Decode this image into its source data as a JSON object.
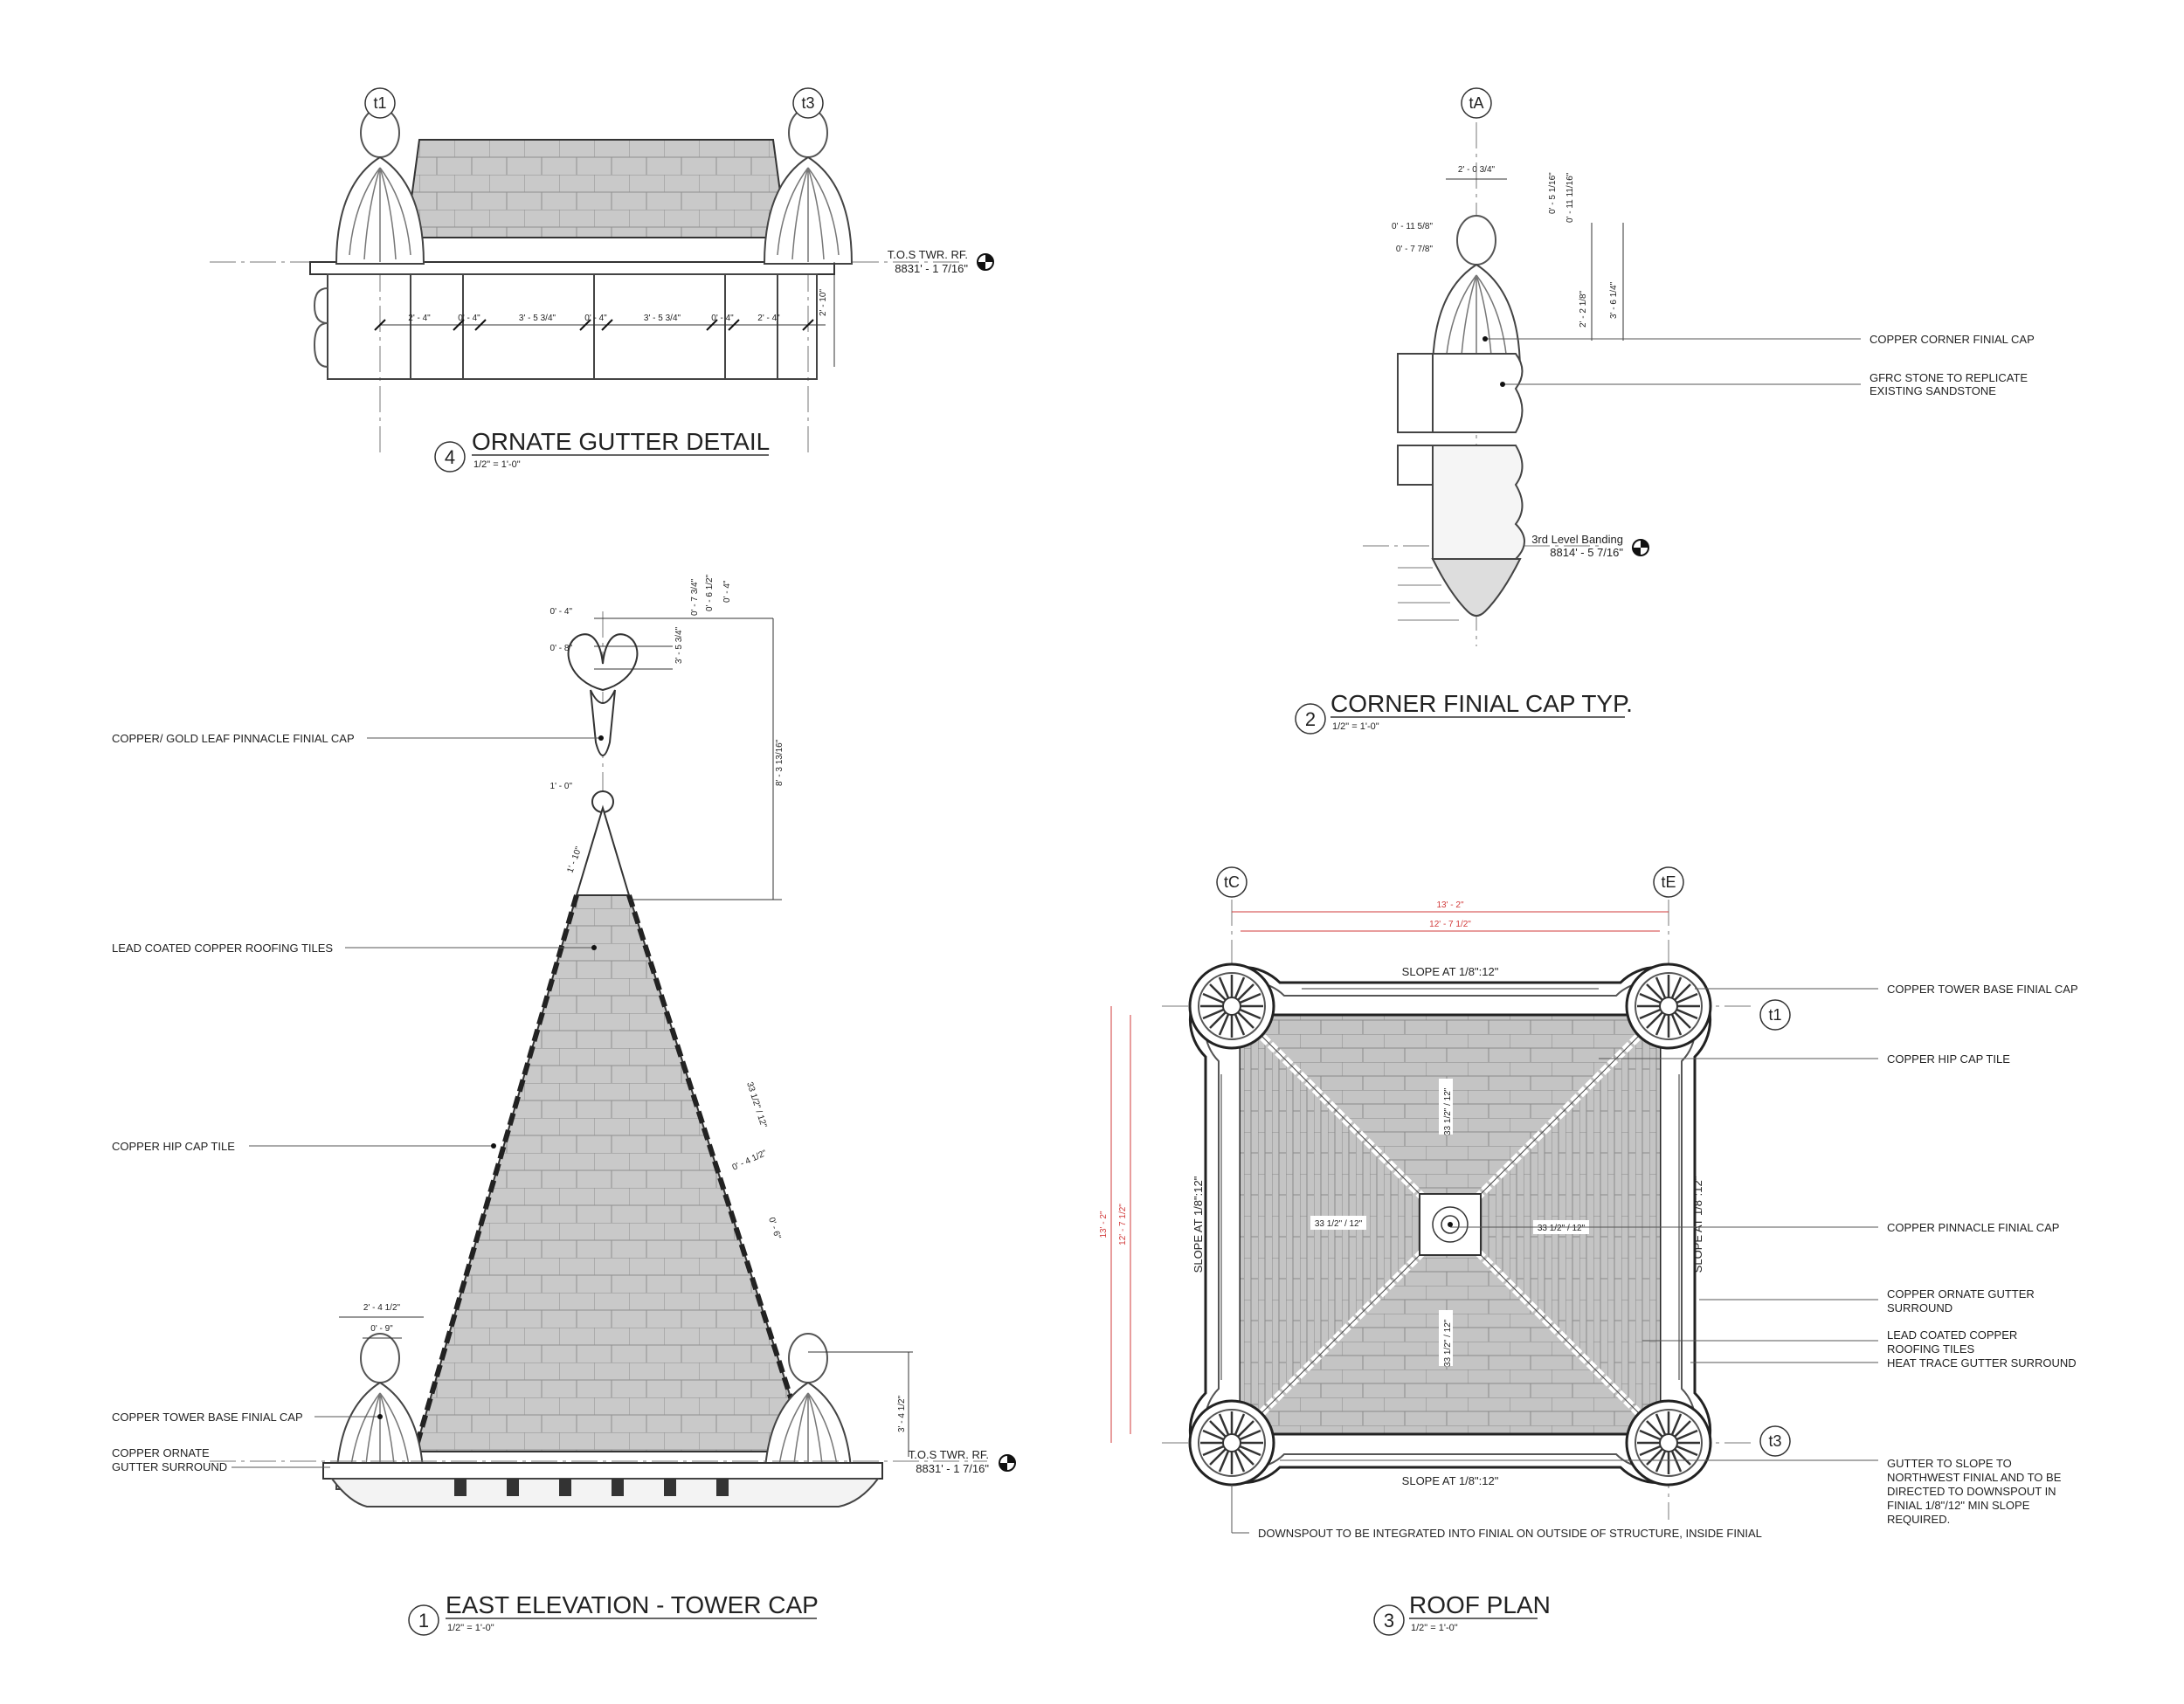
{
  "gutter_detail": {
    "number": "4",
    "title": "ORNATE GUTTER DETAIL",
    "scale": "1/2\" = 1'-0\"",
    "grid": [
      "t1",
      "t3"
    ],
    "level_label": "T.O.S TWR. RF.",
    "level_value": "8831' - 1 7/16\"",
    "dims": [
      "2' - 4\"",
      "0' - 4\"",
      "3' - 5 3/4\"",
      "0' - 4\"",
      "3' - 5 3/4\"",
      "0' - 4\"",
      "2' - 4\""
    ],
    "height_dim": "2' - 10\""
  },
  "finial_cap": {
    "number": "2",
    "title": "CORNER FINIAL CAP TYP.",
    "scale": "1/2\" = 1'-0\"",
    "grid": "tA",
    "dims": {
      "width": "2' - 0 3/4\"",
      "a": "0' - 11 5/8\"",
      "b": "0' - 7 7/8\"",
      "c": "0' - 5 1/16\"",
      "d": "0' - 11 11/16\"",
      "e": "2' - 2 1/8\"",
      "f": "3' - 6 1/4\""
    },
    "notes": [
      "COPPER CORNER FINIAL CAP",
      "GFRC STONE TO REPLICATE",
      "EXISTING SANDSTONE"
    ],
    "level_label": "3rd Level Banding",
    "level_value": "8814' - 5 7/16\""
  },
  "east_elevation": {
    "number": "1",
    "title": "EAST ELEVATION - TOWER CAP",
    "scale": "1/2\" = 1'-0\"",
    "notes": [
      "COPPER/ GOLD LEAF PINNACLE FINIAL CAP",
      "LEAD COATED COPPER ROOFING TILES",
      "COPPER HIP CAP TILE",
      "COPPER TOWER BASE FINIAL CAP",
      "COPPER ORNATE",
      "GUTTER SURROUND"
    ],
    "dims": {
      "top1": "0' - 4\"",
      "top2": "0' - 8\"",
      "top3": "1' - 0\"",
      "v1": "0' - 7 3/4\"",
      "v2": "0' - 6 1/2\"",
      "v3": "0' - 4\"",
      "v4": "3' - 5 3/4\"",
      "v5": "8' - 3 13/16\"",
      "slope_cone": "1' - 10\"",
      "slope1": "33 1/2\" / 12\"",
      "slope2": "0' - 4 1/2\"",
      "slope3": "0' - 6\"",
      "base_w1": "2' - 4 1/2\"",
      "base_w2": "0' - 9\"",
      "base_h": "3' - 4 1/2\""
    },
    "level_label": "T.O.S TWR. RF.",
    "level_value": "8831' - 1 7/16\""
  },
  "roof_plan": {
    "number": "3",
    "title": "ROOF PLAN",
    "scale": "1/2\" = 1'-0\"",
    "grid": [
      "tC",
      "tE",
      "t1",
      "t3"
    ],
    "dims_red": [
      "13' - 2\"",
      "12' - 7 1/2\"",
      "13' - 2\"",
      "12' - 7 1/2\""
    ],
    "slopes": {
      "top": "SLOPE AT 1/8\":12\"",
      "bottom": "SLOPE AT 1/8\":12\"",
      "left": "SLOPE AT 1/8\":12\"",
      "right": "SLOPE AT 1/8\":12\""
    },
    "pitch": "33 1/2\" / 12\"",
    "notes": [
      "COPPER TOWER BASE FINIAL CAP",
      "COPPER HIP CAP TILE",
      "COPPER PINNACLE FINIAL CAP",
      "COPPER ORNATE GUTTER",
      "SURROUND",
      "LEAD COATED COPPER",
      "ROOFING TILES",
      "HEAT TRACE GUTTER SURROUND",
      "GUTTER TO SLOPE TO",
      "NORTHWEST FINIAL AND TO BE",
      "DIRECTED TO DOWNSPOUT IN",
      "FINIAL 1/8\"/12\" MIN SLOPE",
      "REQUIRED."
    ],
    "downspout_note": "DOWNSPOUT TO BE INTEGRATED INTO FINIAL ON OUTSIDE OF STRUCTURE, INSIDE FINIAL"
  }
}
